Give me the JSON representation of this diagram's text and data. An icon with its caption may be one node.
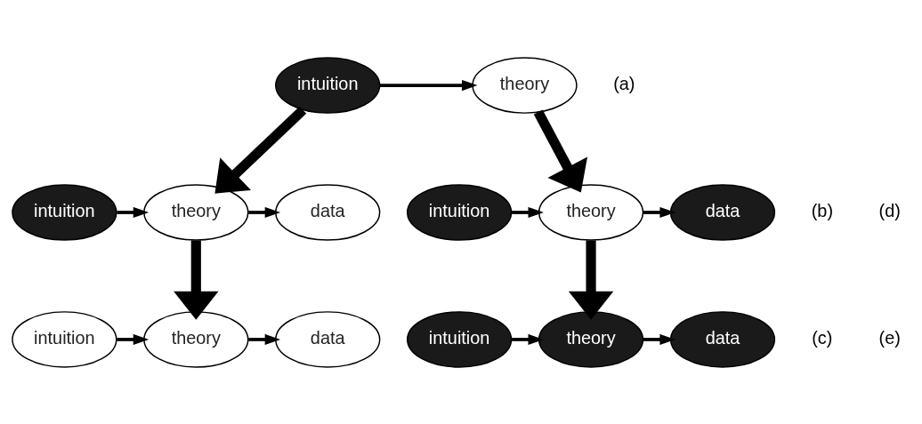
{
  "diagram": {
    "nodes": [
      {
        "text": [
          "intuition"
        ]
      },
      {
        "text": [
          "theory"
        ]
      },
      {
        "text": [
          "intuition"
        ]
      },
      {
        "text": [
          "theory"
        ]
      },
      {
        "text": [
          "data"
        ]
      },
      {
        "text": [
          "intuition"
        ]
      },
      {
        "text": [
          "theory"
        ]
      },
      {
        "text": [
          "data"
        ]
      },
      {
        "text": [
          "intuition"
        ]
      },
      {
        "text": [
          "theory"
        ]
      },
      {
        "text": [
          "data"
        ]
      },
      {
        "text": [
          "intuition"
        ]
      },
      {
        "text": [
          "theory"
        ]
      },
      {
        "text": [
          "data"
        ]
      }
    ],
    "edges": [
      {
        "from": 0,
        "to": 1,
        "arrow": "to"
      },
      {
        "from": 0,
        "to": 3,
        "arrow": "to",
        "style": "thick"
      },
      {
        "from": 1,
        "to": 6,
        "arrow": "to",
        "style": "thick"
      },
      {
        "from": 2,
        "to": 3,
        "arrow": "to"
      },
      {
        "from": 3,
        "to": 4,
        "arrow": "to"
      },
      {
        "from": 5,
        "to": 6,
        "arrow": "to"
      },
      {
        "from": 6,
        "to": 7,
        "arrow": "to"
      },
      {
        "from": 3,
        "to": 9,
        "arrow": "to",
        "style": "thick"
      },
      {
        "from": 6,
        "to": 12,
        "arrow": "to",
        "style": "thick"
      },
      {
        "from": 8,
        "to": 9,
        "arrow": "to"
      },
      {
        "from": 9,
        "to": 10,
        "arrow": "to"
      },
      {
        "from": 11,
        "to": 12,
        "arrow": "to"
      },
      {
        "from": 12,
        "to": 13,
        "arrow": "to"
      }
    ],
    "labels": [
      "(a)",
      "(b)",
      "(d)",
      "(c)",
      "(e)"
    ]
  }
}
